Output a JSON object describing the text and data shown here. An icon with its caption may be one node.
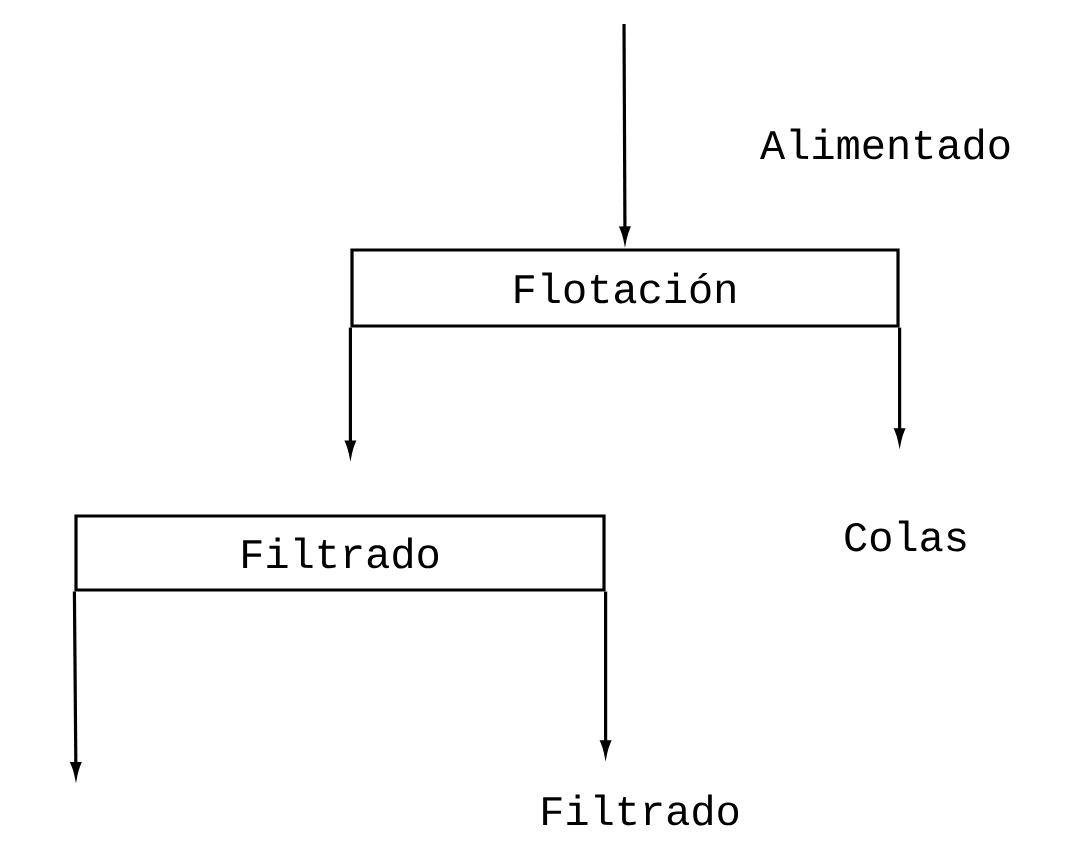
{
  "diagram": {
    "nodes": [
      {
        "text": [
          "Flotación"
        ]
      },
      {
        "text": [
          "Filtrado"
        ]
      },
      {
        "text": [
          "Colas"
        ]
      },
      {
        "text": [
          "Filtrado"
        ]
      }
    ],
    "edges": [
      {
        "from": null,
        "to": 0,
        "arrow": "to",
        "label": "Alimentado"
      },
      {
        "from": 0,
        "to": 1,
        "arrow": "to"
      },
      {
        "from": 0,
        "to": 2,
        "arrow": "to"
      },
      {
        "from": 1,
        "to": null,
        "arrow": "to"
      },
      {
        "from": 1,
        "to": 3,
        "arrow": "to"
      }
    ]
  }
}
